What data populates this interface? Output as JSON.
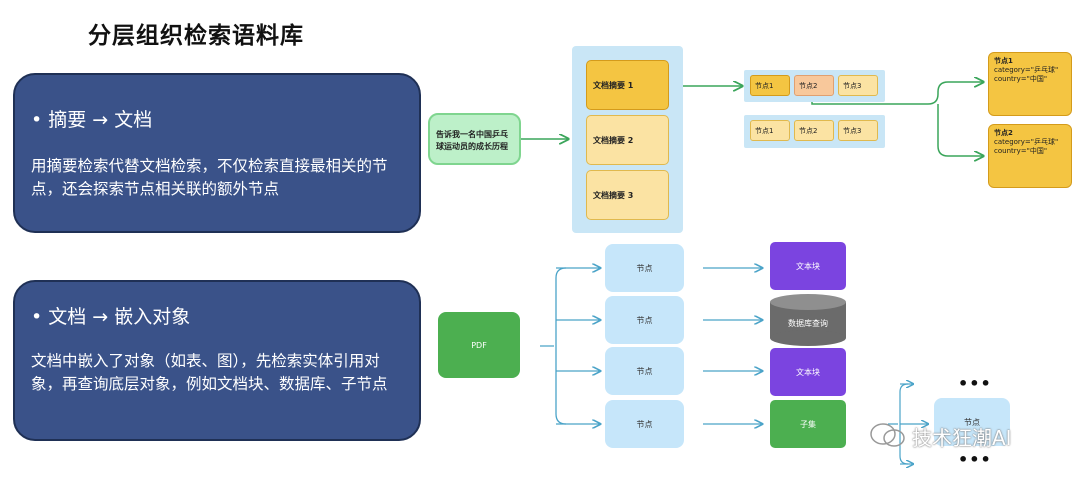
{
  "title": "分层组织检索语料库",
  "cards": [
    {
      "bullet": "•",
      "heading": "摘要 → 文档",
      "description": "用摘要检索代替文档检索，不仅检索直接最相关的节点，还会探索节点相关联的额外节点"
    },
    {
      "bullet": "•",
      "heading": "文档 → 嵌入对象",
      "description": "文档中嵌入了对象（如表、图），先检索实体引用对象，再查询底层对象，例如文档块、数据库、子节点"
    }
  ],
  "top_diagram": {
    "query": "告诉我一名中国乒乓球运动员的成长历程",
    "summaries": [
      "文档摘要 1",
      "文档摘要 2",
      "文档摘要 3"
    ],
    "node_row1": [
      "节点1",
      "节点2",
      "节点3"
    ],
    "node_row2": [
      "节点1",
      "节点2",
      "节点3"
    ],
    "entities": [
      {
        "name": "节点1",
        "category": "category=\"乒乓球\"",
        "country": "country=\"中国\""
      },
      {
        "name": "节点2",
        "category": "category=\"乒乓球\"",
        "country": "country=\"中国\""
      }
    ]
  },
  "bottom_diagram": {
    "source": "PDF",
    "nodes": [
      "节点",
      "节点",
      "节点",
      "节点"
    ],
    "targets": [
      "文本块",
      "数据库查询",
      "文本块",
      "子集"
    ],
    "child_node": "节点",
    "ellipsis_top": "•••",
    "ellipsis_bottom": "•••"
  },
  "watermark": "技术狂潮AI",
  "colors": {
    "card": "#3a5289",
    "highlight": "#f4c542",
    "panel": "#c9e6f6",
    "arrow_green": "#3aa55a",
    "arrow_blue": "#4aa3c8"
  }
}
